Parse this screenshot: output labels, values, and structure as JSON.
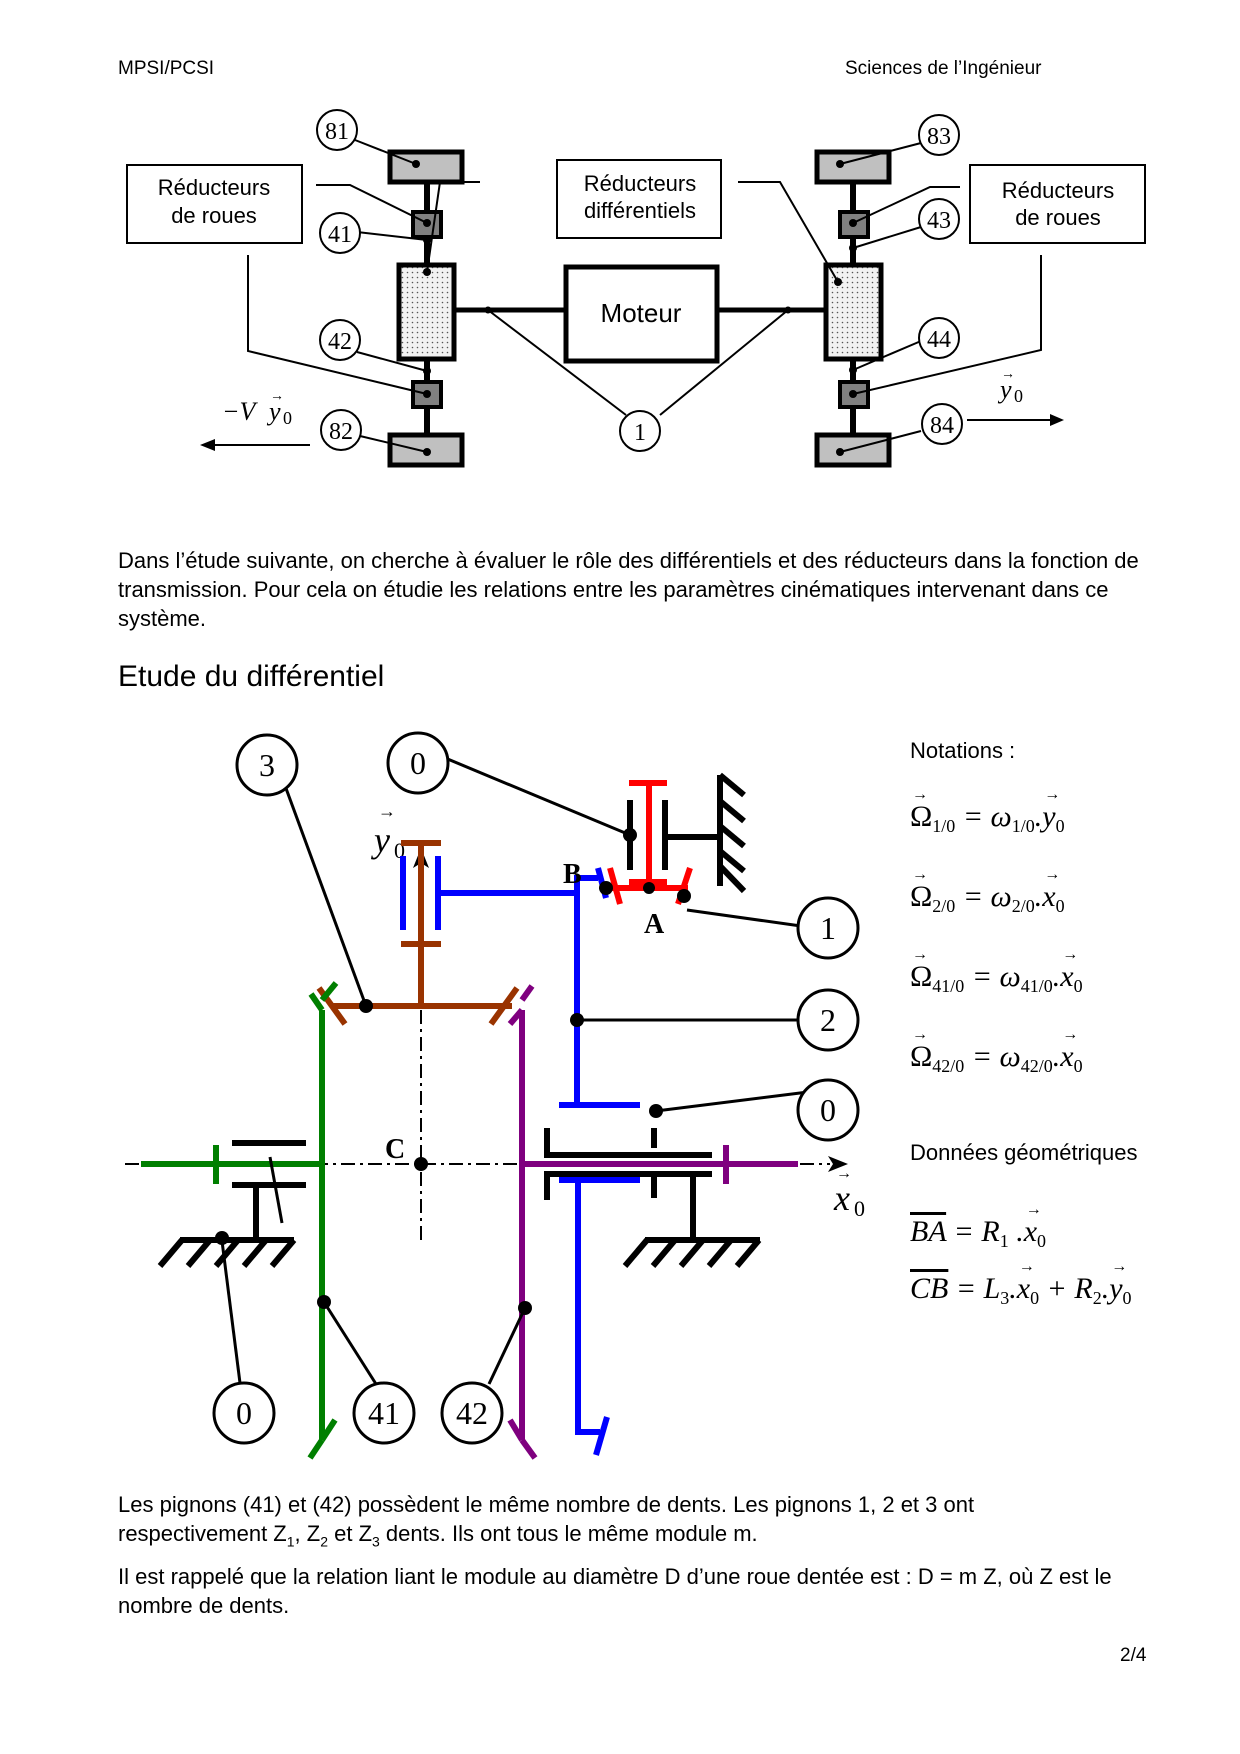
{
  "header": {
    "left": "MPSI/PCSI",
    "right": "Sciences de l’Ingénieur"
  },
  "top_diagram": {
    "boxes": {
      "reducteurs_roues_left": [
        "Réducteurs",
        "de roues"
      ],
      "reducteurs_differentiels": [
        "Réducteurs",
        "différentiels"
      ],
      "reducteurs_roues_right": [
        "Réducteurs",
        "de roues"
      ],
      "moteur": "Moteur"
    },
    "labels": [
      "81",
      "41",
      "42",
      "82",
      "83",
      "43",
      "44",
      "84",
      "1"
    ],
    "velocity_left": "−V y⃗0",
    "velocity_left_parts": {
      "prefix": "−V",
      "vec": "y",
      "sub": "0"
    },
    "velocity_right_parts": {
      "vec": "y",
      "sub": "0"
    }
  },
  "intro_paragraph": "Dans l’étude suivante, on cherche à évaluer le rôle des différentiels et des réducteurs dans la fonction de transmission. Pour cela on étudie les relations entre les paramètres cinématiques intervenant dans ce système.",
  "section_title": "Etude du différentiel",
  "differential_diagram": {
    "part_labels": [
      "3",
      "0",
      "1",
      "2",
      "0",
      "0",
      "41",
      "42"
    ],
    "points": {
      "A": "A",
      "B": "B",
      "C": "C"
    },
    "axis_y": {
      "vec": "y",
      "sub": "0"
    },
    "axis_x": {
      "vec": "x",
      "sub": "0"
    },
    "colors": {
      "part1": "#ff0000",
      "part2": "#0000ff",
      "part3": "#993300",
      "part41": "#007f00",
      "part42": "#7f007f",
      "frame": "#000000"
    }
  },
  "notations": {
    "title": "Notations :",
    "items": [
      {
        "lhs_sub": "1/0",
        "rhs_sub": "1/0",
        "axis": "y"
      },
      {
        "lhs_sub": "2/0",
        "rhs_sub": "2/0",
        "axis": "x"
      },
      {
        "lhs_sub": "41/0",
        "rhs_sub": "41/0",
        "axis": "x"
      },
      {
        "lhs_sub": "42/0",
        "rhs_sub": "42/0",
        "axis": "x"
      }
    ]
  },
  "geometric_data": {
    "title": "Données géométriques",
    "eq1": {
      "vector": "BA",
      "coef": "R",
      "coef_sub": "1",
      "axis": "x",
      "axis_sub": "0"
    },
    "eq2": {
      "vector": "CB",
      "coef1": "L",
      "coef1_sub": "3",
      "axis1": "x",
      "coef2": "R",
      "coef2_sub": "2",
      "axis2": "y",
      "axis_sub": "0"
    }
  },
  "closing_paragraph_1": {
    "line1": "Les pignons (41) et (42) possèdent le même nombre de dents. Les pignons 1, 2 et 3 ont",
    "line2_prefix": "respectivement Z",
    "sub1": "1",
    "sep1": ", Z",
    "sub2": "2",
    "sep2": " et Z",
    "sub3": "3",
    "line2_suffix": " dents. Ils ont tous le même module m."
  },
  "closing_paragraph_2": "Il est rappelé que la relation liant le module au diamètre D d’une roue dentée est : D = m Z, où Z est le nombre de dents.",
  "page_number": "2/4"
}
